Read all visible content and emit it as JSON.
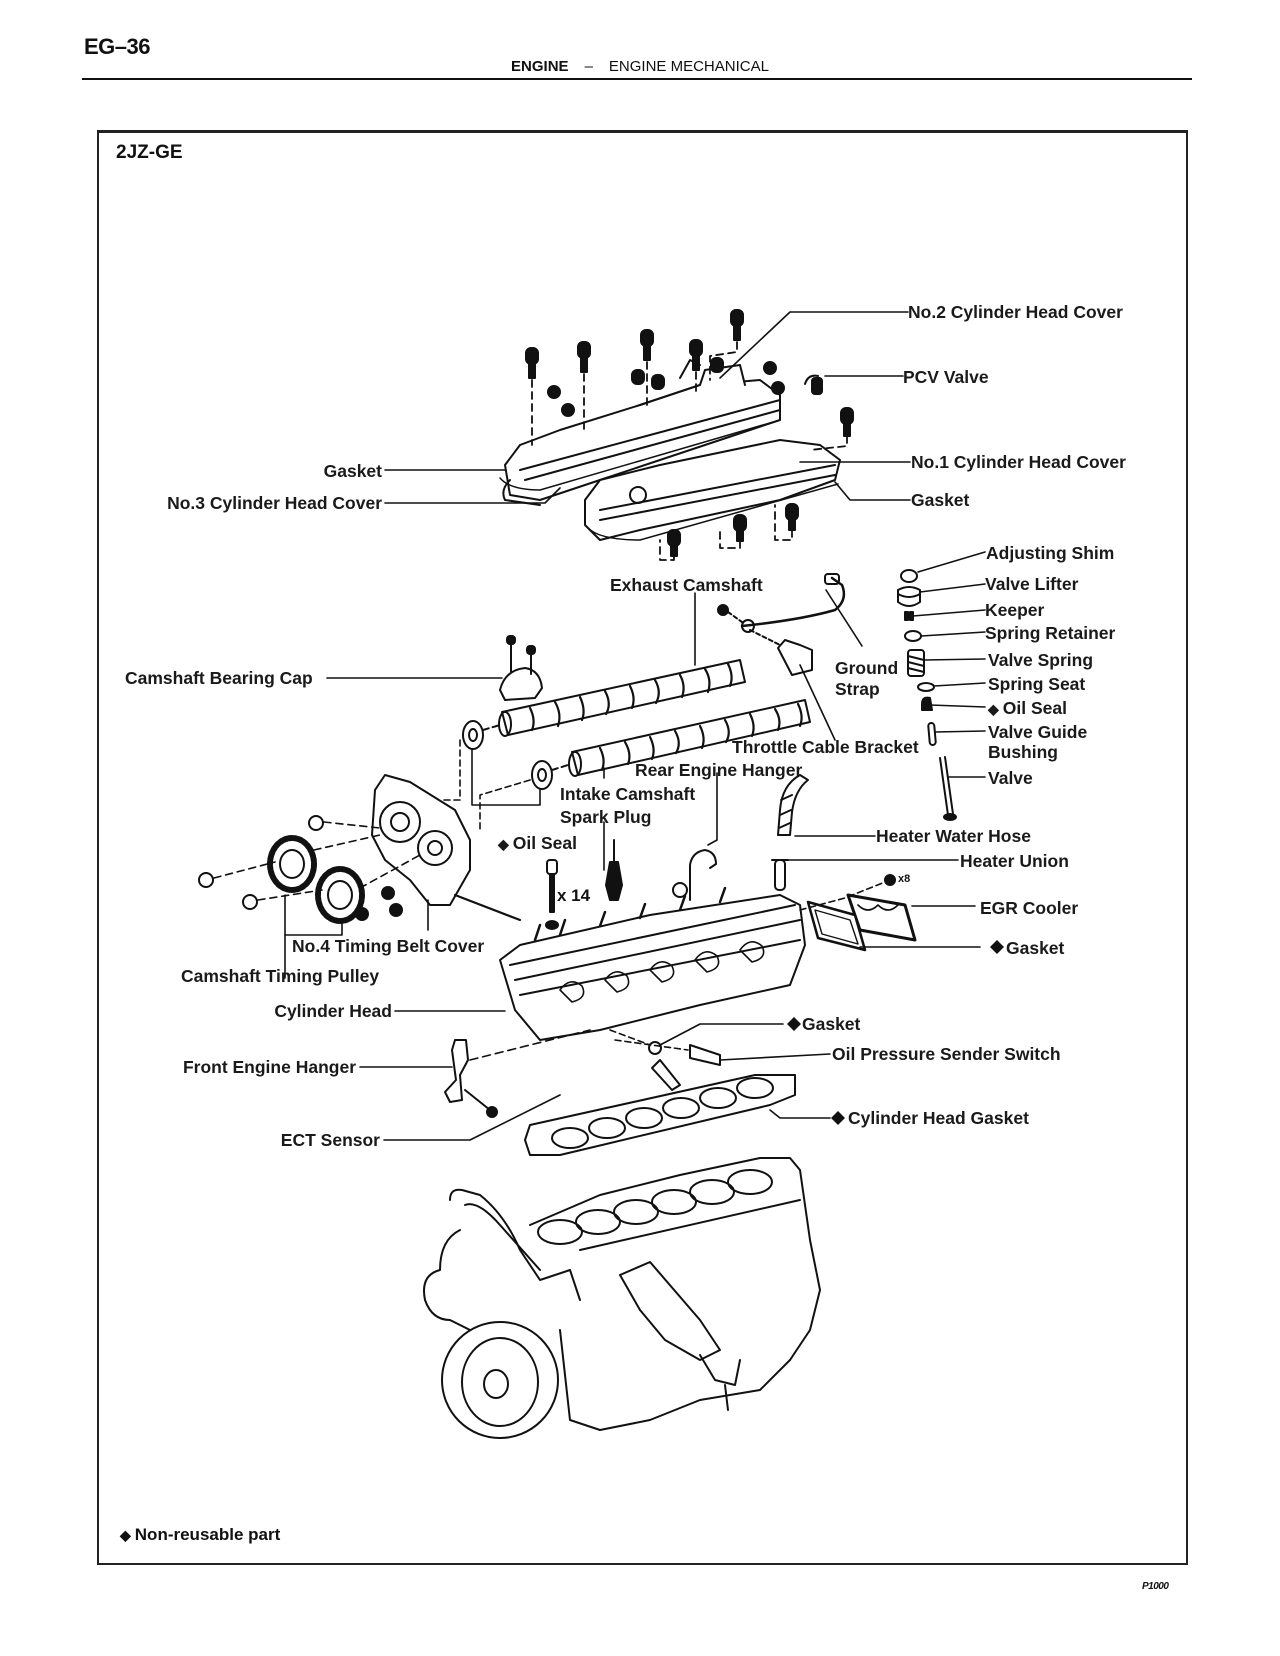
{
  "header": {
    "page_number": "EG–36",
    "section": "ENGINE",
    "separator": "–",
    "subsection": "ENGINE MECHANICAL"
  },
  "figure": {
    "model": "2JZ-GE",
    "figure_code": "P1000",
    "legend": {
      "symbol": "◆",
      "text": "Non-reusable part"
    },
    "quantities": {
      "head_bolts": "x 14",
      "egr_nuts": "x8"
    },
    "labels": {
      "no2_cylinder_head_cover": "No.2 Cylinder Head Cover",
      "pcv_valve": "PCV Valve",
      "no1_cylinder_head_cover": "No.1 Cylinder Head Cover",
      "gasket_right": "Gasket",
      "gasket_left": "Gasket",
      "no3_cylinder_head_cover": "No.3 Cylinder Head Cover",
      "exhaust_camshaft": "Exhaust Camshaft",
      "adjusting_shim": "Adjusting Shim",
      "valve_lifter": "Valve Lifter",
      "keeper": "Keeper",
      "spring_retainer": "Spring Retainer",
      "valve_spring": "Valve Spring",
      "spring_seat": "Spring Seat",
      "oil_seal_valve": "Oil Seal",
      "valve_guide_bushing_1": "Valve Guide",
      "valve_guide_bushing_2": "Bushing",
      "valve": "Valve",
      "camshaft_bearing_cap": "Camshaft Bearing Cap",
      "ground_strap_1": "Ground",
      "ground_strap_2": "Strap",
      "throttle_cable_bracket": "Throttle Cable Bracket",
      "rear_engine_hanger": "Rear Engine Hanger",
      "intake_camshaft": "Intake Camshaft",
      "spark_plug": "Spark Plug",
      "oil_seal_cam": "Oil Seal",
      "heater_water_hose": "Heater Water Hose",
      "heater_union": "Heater Union",
      "egr_cooler": "EGR Cooler",
      "gasket_egr": "Gasket",
      "no4_timing_belt_cover": "No.4 Timing Belt Cover",
      "camshaft_timing_pulley": "Camshaft Timing Pulley",
      "cylinder_head": "Cylinder Head",
      "gasket_oil_sender": "Gasket",
      "oil_pressure_sender_switch": "Oil Pressure Sender Switch",
      "front_engine_hanger": "Front Engine Hanger",
      "cylinder_head_gasket": "Cylinder Head Gasket",
      "ect_sensor": "ECT Sensor"
    },
    "non_reusable_mark": "◆"
  }
}
